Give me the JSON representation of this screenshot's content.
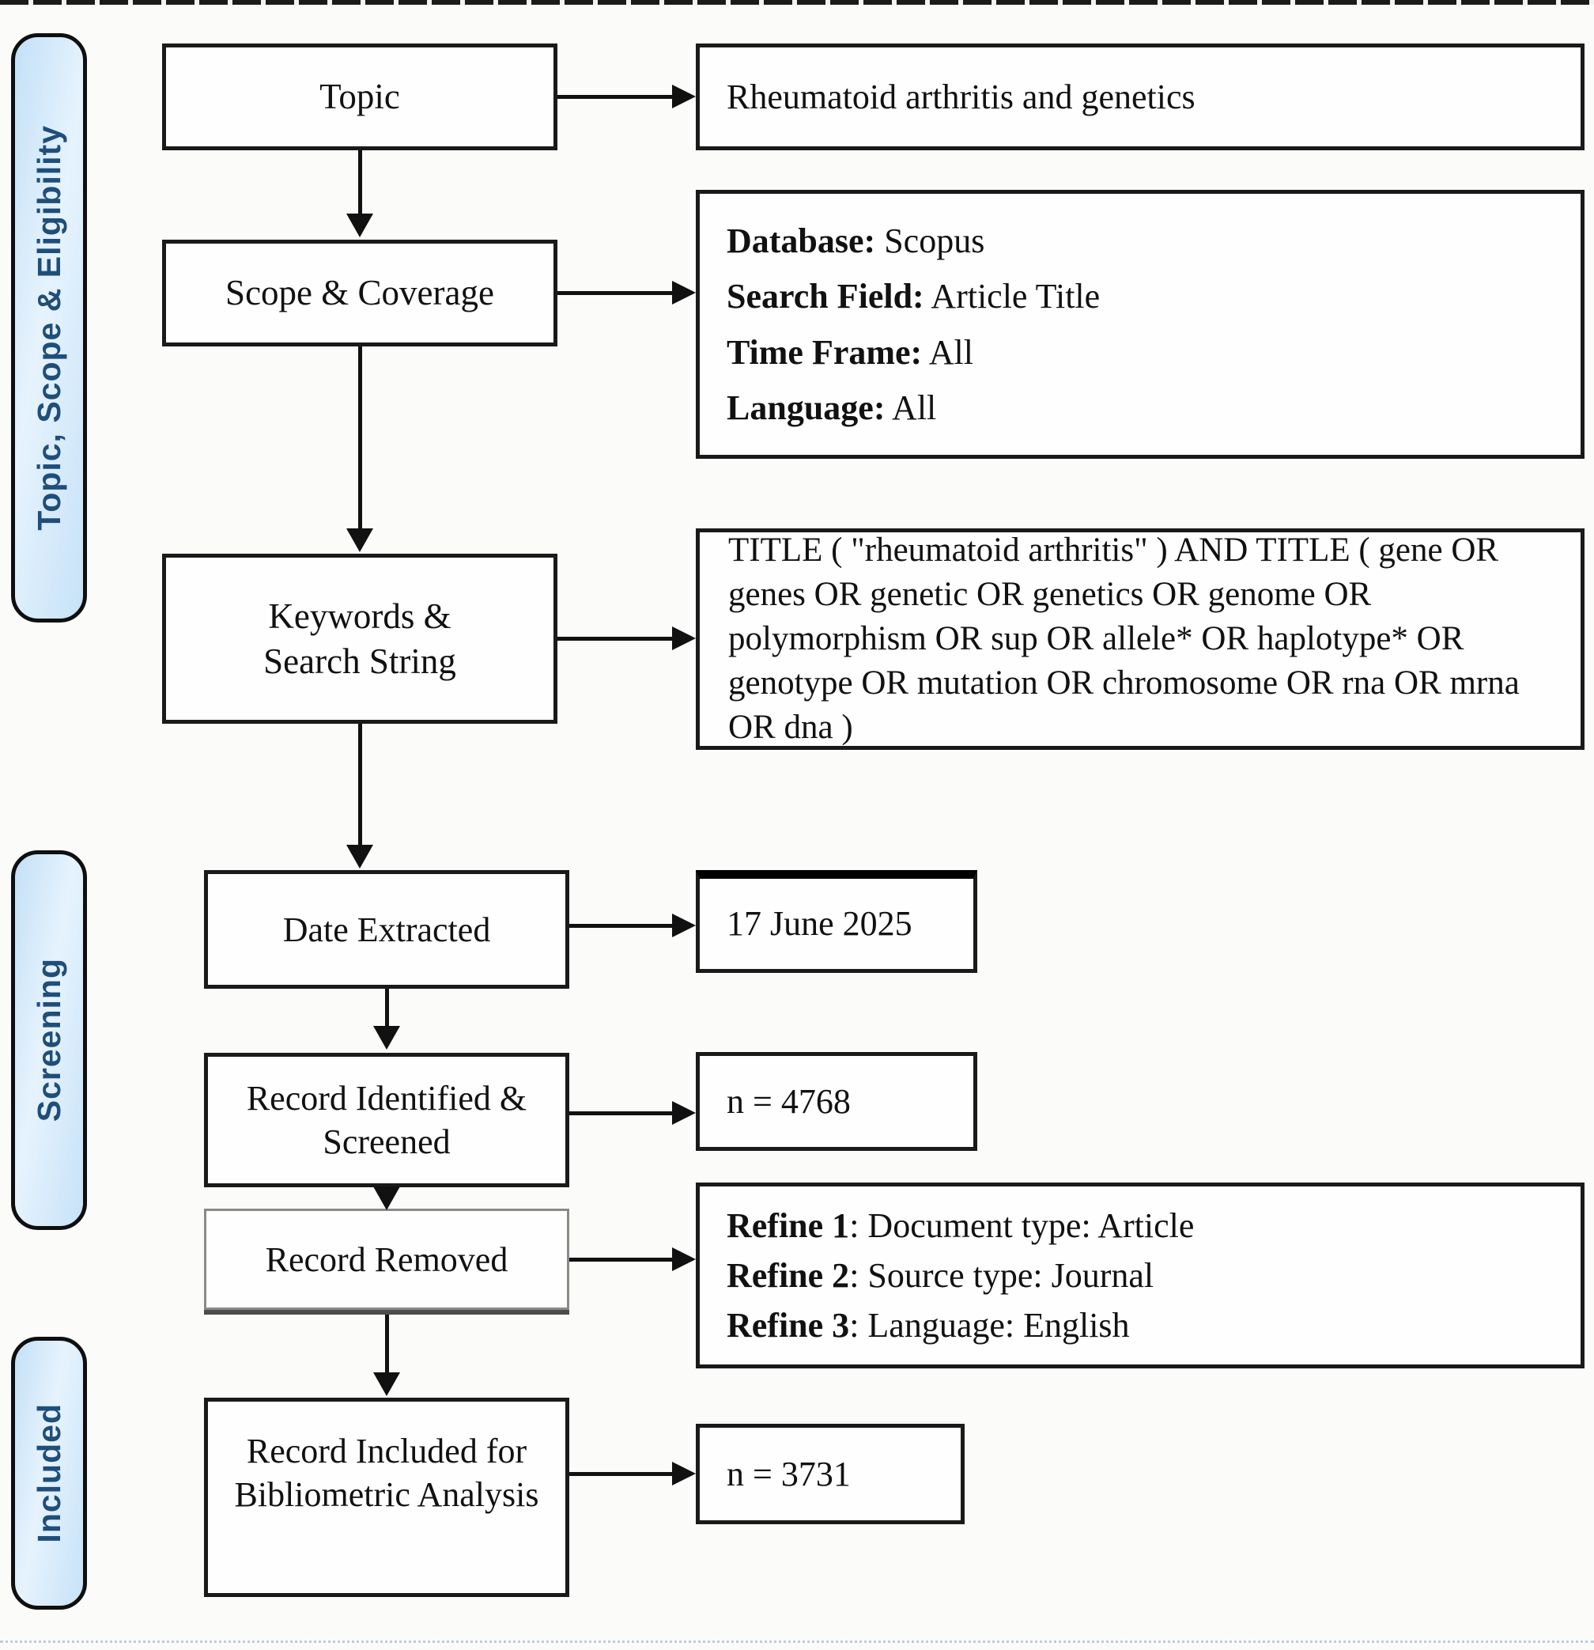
{
  "sidebar": {
    "sections": [
      {
        "label": "Topic, Scope & Eligibility"
      },
      {
        "label": "Screening"
      },
      {
        "label": "Included"
      }
    ]
  },
  "flow": {
    "topic": {
      "label": "Topic",
      "detail": "Rheumatoid arthritis and genetics"
    },
    "scope": {
      "label": "Scope & Coverage",
      "details": [
        {
          "k": "Database:",
          "v": " Scopus"
        },
        {
          "k": "Search Field:",
          "v": " Article Title"
        },
        {
          "k": "Time Frame:",
          "v": " All"
        },
        {
          "k": "Language:",
          "v": " All"
        }
      ]
    },
    "keywords": {
      "label": "Keywords & Search String",
      "query": "TITLE ( \"rheumatoid arthritis\" ) AND TITLE ( gene OR genes OR genetic OR genetics OR genome OR polymorphism OR sup OR allele* OR haplotype* OR genotype OR mutation OR chromosome OR rna OR mrna OR dna )"
    },
    "date_extracted": {
      "label": "Date Extracted",
      "value": "17 June 2025"
    },
    "identified": {
      "label": "Record Identified & Screened",
      "value": "n = 4768"
    },
    "removed": {
      "label": "Record Removed",
      "refinements": [
        {
          "k": "Refine 1",
          "v": ": Document type: Article"
        },
        {
          "k": "Refine 2",
          "v": ": Source type: Journal"
        },
        {
          "k": "Refine 3",
          "v": ": Language: English"
        }
      ]
    },
    "included": {
      "label": "Record Included for Bibliometric Analysis",
      "value": "n = 3731"
    }
  },
  "colors": {
    "background": "#fbfbfa",
    "box_border": "#1a1a1a",
    "arrow": "#111111",
    "sidebar_fill": "#cfe6f9",
    "sidebar_border": "#0f0f0f",
    "sidebar_text": "#1f4e79"
  }
}
